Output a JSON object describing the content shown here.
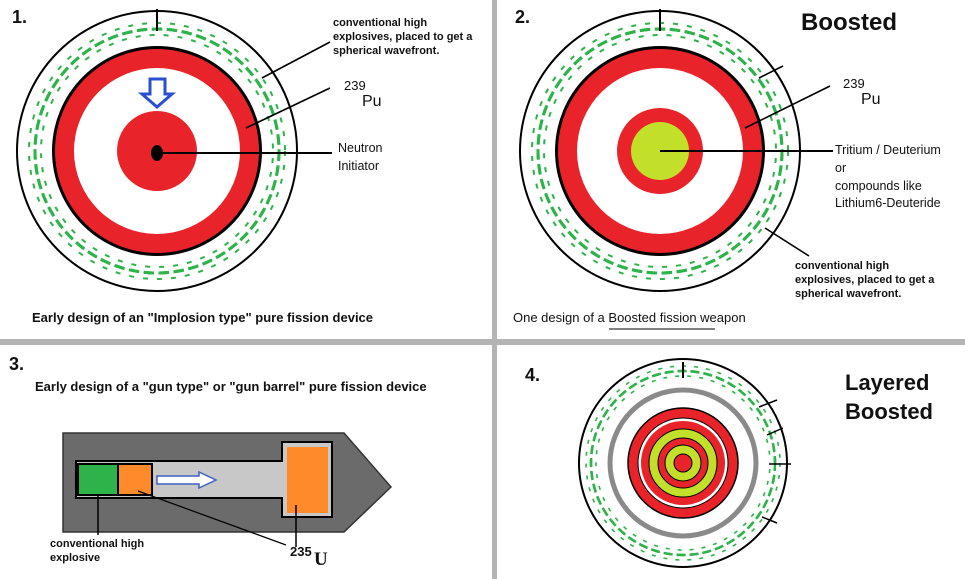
{
  "panel1": {
    "number": "1.",
    "explosives_note": "conventional high explosives, placed to get a spherical wavefront.",
    "pu_mass": "239",
    "pu_symbol": "Pu",
    "initiator_label_1": "Neutron",
    "initiator_label_2": "Initiator",
    "caption": "Early design of an \"Implosion type\" pure fission device"
  },
  "panel2": {
    "number": "2.",
    "title": "Boosted",
    "pu_mass": "239",
    "pu_symbol": "Pu",
    "core_label_1": "Tritium / Deuterium",
    "core_label_2": "or",
    "core_label_3": "compounds like Lithium6-Deuteride",
    "explosives_note": "conventional high explosives, placed to get a spherical wavefront.",
    "caption": "One design of a Boosted fission weapon"
  },
  "panel3": {
    "number": "3.",
    "caption": "Early design of a \"gun type\" or \"gun barrel\" pure fission device",
    "explosive_label": "conventional high explosive",
    "u_mass": "235",
    "u_symbol": "U"
  },
  "panel4": {
    "number": "4.",
    "title_line1": "Layered",
    "title_line2": "Boosted"
  },
  "colors": {
    "red": "#e8232a",
    "green_explosive": "#2db34a",
    "lime_fuel": "#c2e02a",
    "orange_uranium": "#ff8a2a",
    "barrel_gray": "#6b6b6b",
    "barrel_bore": "#c8c8c8",
    "divider": "#b4b4b4",
    "arrow_blue": "#2b4fd0"
  }
}
